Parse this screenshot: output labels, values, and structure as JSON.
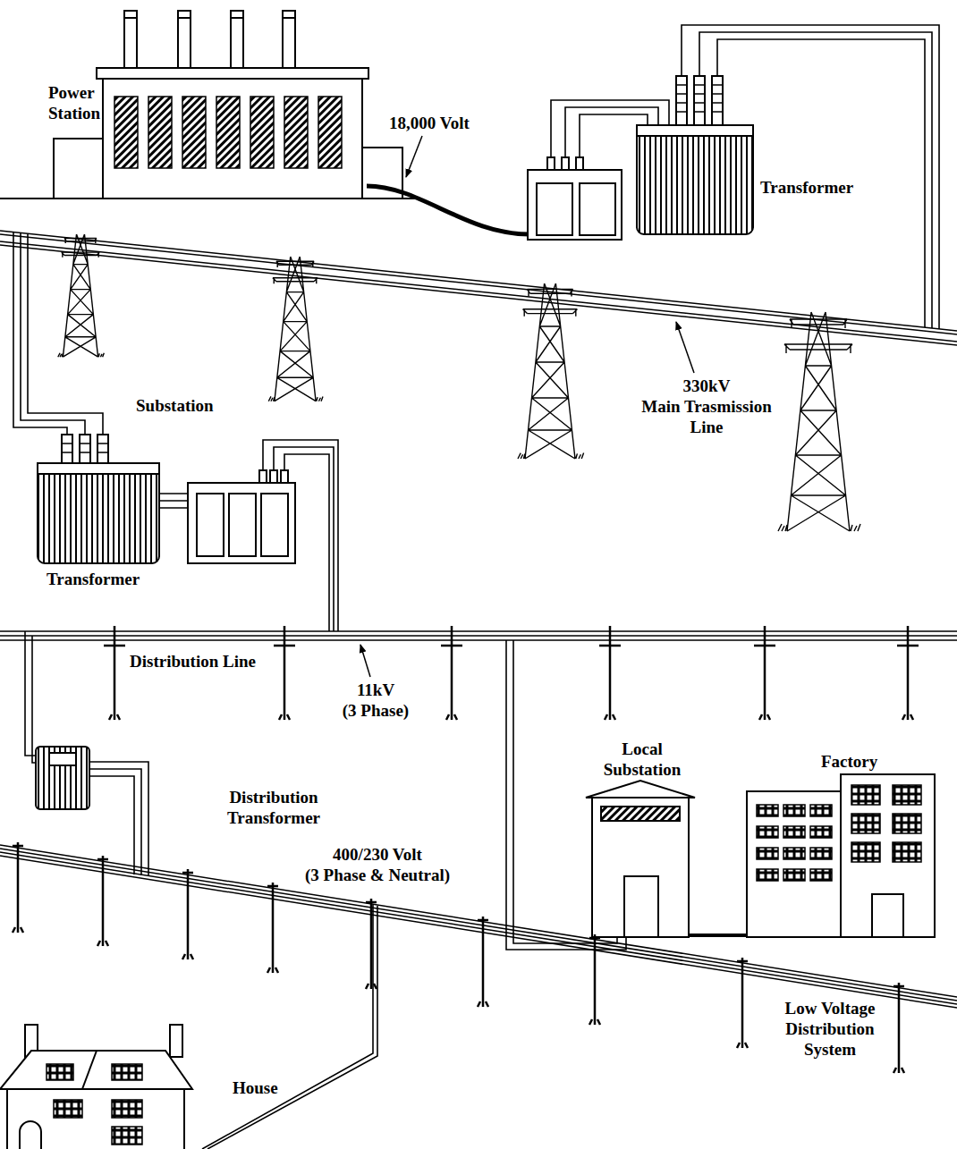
{
  "diagram": {
    "labels": [
      "Power Station",
      "18,000 Volt",
      "Transformer",
      "330kV Main Trasmission Line",
      "Substation",
      "Transformer",
      "Distribution Line",
      "11kV (3 Phase)",
      "Distribution Transformer",
      "Local Substation",
      "Factory",
      "400/230 Volt (3 Phase & Neutral)",
      "Low Voltage Distribution System",
      "House"
    ]
  }
}
